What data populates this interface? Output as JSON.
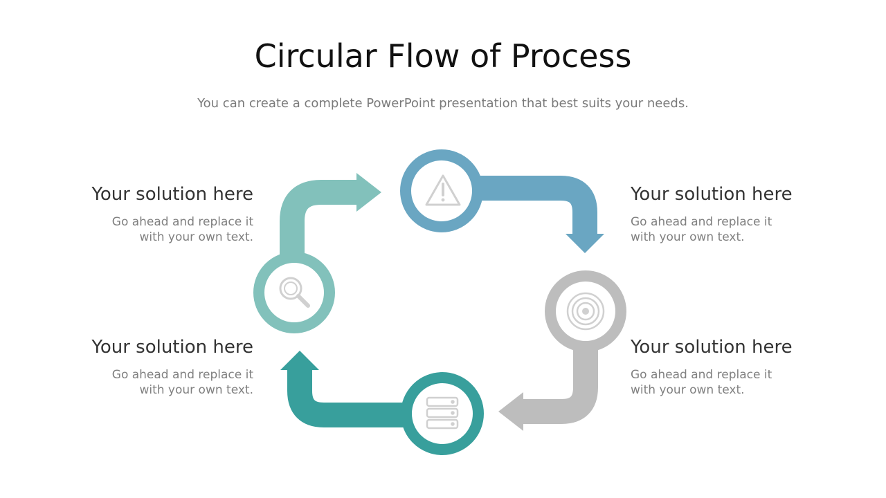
{
  "title": "Circular Flow of Process",
  "subtitle": "You can create a complete PowerPoint presentation that best suits your needs.",
  "colors": {
    "teal_light": "#82c1bb",
    "blue": "#6aa6c2",
    "gray": "#bdbdbd",
    "teal_dark": "#389f9c",
    "icon": "#d0d0d0"
  },
  "steps": [
    {
      "icon": "warning-icon",
      "color": "blue"
    },
    {
      "icon": "target-icon",
      "color": "gray"
    },
    {
      "icon": "server-icon",
      "color": "teal_dark"
    },
    {
      "icon": "search-icon",
      "color": "teal_light"
    }
  ],
  "blocks": {
    "top_left": {
      "heading": "Your solution here",
      "body_line1": "Go ahead and replace it",
      "body_line2": "with your own text."
    },
    "top_right": {
      "heading": "Your solution here",
      "body_line1": "Go ahead and replace it",
      "body_line2": "with your own text."
    },
    "bottom_left": {
      "heading": "Your solution here",
      "body_line1": "Go ahead and replace it",
      "body_line2": "with your own text."
    },
    "bottom_right": {
      "heading": "Your solution here",
      "body_line1": "Go ahead and replace it",
      "body_line2": "with your own text."
    }
  }
}
